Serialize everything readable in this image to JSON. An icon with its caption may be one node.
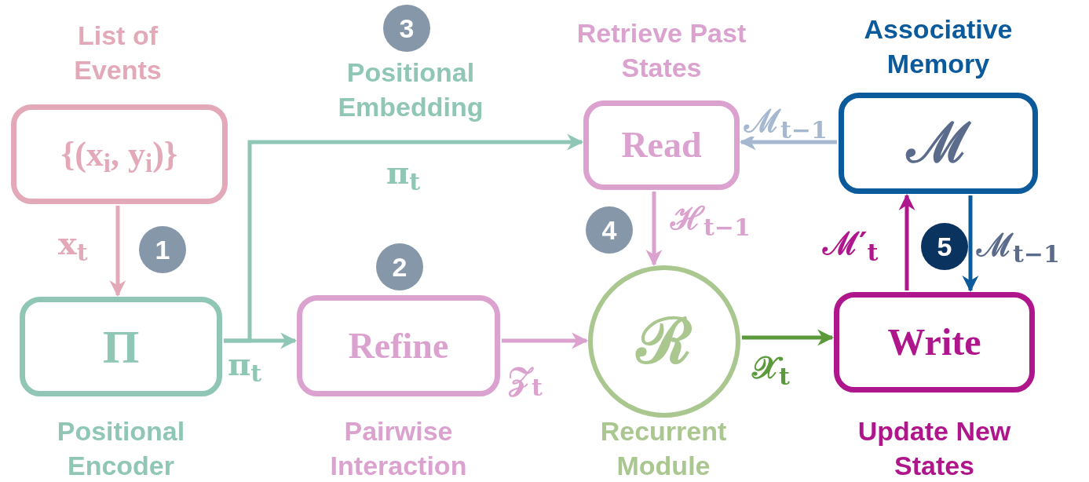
{
  "diagram": {
    "nodes": [
      {
        "text": [
          "List of Events",
          "{(x$_{i}$, y$_{i}$)}"
        ]
      },
      {
        "text": [
          "Π",
          "Positional Encoder"
        ]
      },
      {
        "text": [
          "Refine",
          "Pairwise Interaction"
        ]
      },
      {
        "text": [
          "Retrieve Past States",
          "Read"
        ]
      },
      {
        "text": [
          "ℛ",
          "Recurrent Module"
        ]
      },
      {
        "text": [
          "Associative Memory",
          "ℳ"
        ]
      },
      {
        "text": [
          "Write",
          "Update New States"
        ]
      },
      {
        "text": [
          "1"
        ]
      },
      {
        "text": [
          "2"
        ]
      },
      {
        "text": [
          "3"
        ]
      },
      {
        "text": [
          "4"
        ]
      },
      {
        "text": [
          "5"
        ]
      }
    ],
    "edges": [
      {
        "from": 0,
        "to": 1,
        "arrow": "to",
        "label": "x$_{t}$",
        "color": "#e3a9b8"
      },
      {
        "from": 1,
        "to": 2,
        "arrow": "to",
        "label": "π$_{t}$",
        "color": "#8fc6b5"
      },
      {
        "from": 1,
        "to": 3,
        "arrow": "to",
        "label": "π$_{t}$",
        "color": "#8fc6b5"
      },
      {
        "from": 2,
        "to": 4,
        "arrow": "to",
        "label": "𝒵$_{t}$",
        "color": "#dca2cf"
      },
      {
        "from": 3,
        "to": 4,
        "arrow": "to",
        "label": "ℋ$_{t−1}$",
        "color": "#dca2cf"
      },
      {
        "from": 5,
        "to": 3,
        "arrow": "to",
        "label": "ℳ$_{t−1}$",
        "color": "#a5b8cf"
      },
      {
        "from": 5,
        "to": 6,
        "arrow": "to",
        "label": "ℳ$_{t−1}$",
        "color": "#0b5a9c"
      },
      {
        "from": 6,
        "to": 5,
        "arrow": "to",
        "label": "ℳ′$_{t}$",
        "color": "#b0168c"
      },
      {
        "from": 4,
        "to": 6,
        "arrow": "to",
        "label": "𝒳$_{t}$",
        "color": "#5b9a3a"
      }
    ],
    "labels": [
      "Positional Embedding"
    ]
  }
}
